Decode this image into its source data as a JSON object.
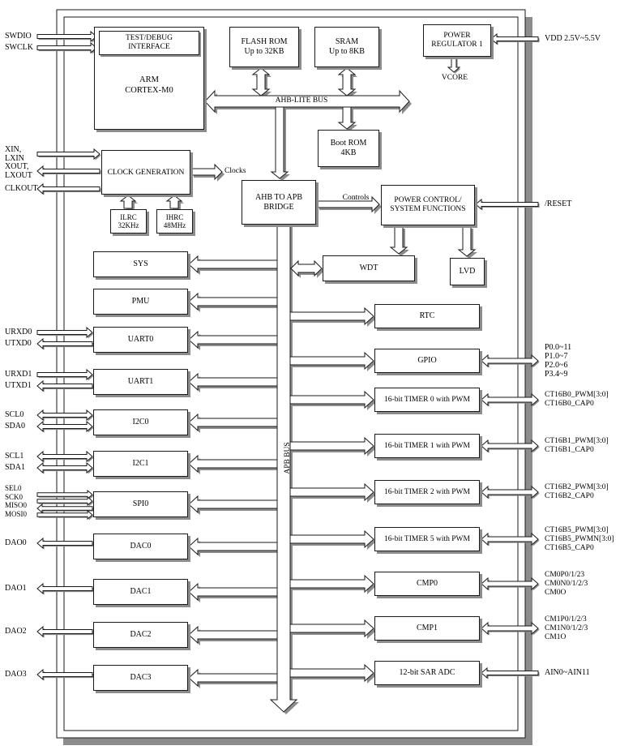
{
  "blocks": {
    "test_debug": "TEST/DEBUG\nINTERFACE",
    "arm": "ARM\nCORTEX-M0",
    "flash": "FLASH ROM\nUp to 32KB",
    "sram": "SRAM\nUp to 8KB",
    "power_regulator": "POWER\nREGULATOR 1",
    "boot_rom": "Boot ROM\n4KB",
    "clock_generation": "CLOCK GENERATION",
    "ilrc": "ILRC\n32KHz",
    "ihrc": "IHRC\n48MHz",
    "ahb_apb_bridge": "AHB TO APB\nBRIDGE",
    "power_control": "POWER CONTROL/\nSYSTEM FUNCTIONS",
    "wdt": "WDT",
    "lvd": "LVD",
    "sys": "SYS",
    "pmu": "PMU",
    "uart0": "UART0",
    "uart1": "UART1",
    "i2c0": "I2C0",
    "i2c1": "I2C1",
    "spi0": "SPI0",
    "dac0": "DAC0",
    "dac1": "DAC1",
    "dac2": "DAC2",
    "dac3": "DAC3",
    "rtc": "RTC",
    "gpio": "GPIO",
    "timer0": "16-bit TIMER 0 with PWM",
    "timer1": "16-bit TIMER 1 with PWM",
    "timer2": "16-bit TIMER 2 with PWM",
    "timer5": "16-bit TIMER 5 with PWM",
    "cmp0": "CMP0",
    "cmp1": "CMP1",
    "adc": "12-bit SAR ADC"
  },
  "buses": {
    "ahb": "AHB-LITE BUS",
    "apb": "APB BUS"
  },
  "labels": {
    "clocks": "Clocks",
    "controls": "Controls",
    "vcore": "VCORE"
  },
  "pins_left": {
    "swdio": "SWDIO",
    "swclk": "SWCLK",
    "xin": "XIN,\nLXIN",
    "xout": "XOUT,\nLXOUT",
    "clkout": "CLKOUT",
    "uart0": "URXD0\nUTXD0",
    "uart1": "URXD1\nUTXD1",
    "i2c0": "SCL0\nSDA0",
    "i2c1": "SCL1\nSDA1",
    "spi0": "SEL0\nSCK0\nMISO0\nMOSI0",
    "dao0": "DAO0",
    "dao1": "DAO1",
    "dao2": "DAO2",
    "dao3": "DAO3"
  },
  "pins_right": {
    "vdd": "VDD 2.5V~5.5V",
    "reset": "/RESET",
    "gpio": "P0.0~11\nP1.0~7\nP2.0~6\nP3.4~9",
    "timer0": "CT16B0_PWM[3:0]\nCT16B0_CAP0",
    "timer1": "CT16B1_PWM[3:0]\nCT16B1_CAP0",
    "timer2": "CT16B2_PWM[3:0]\nCT16B2_CAP0",
    "timer5": "CT16B5_PWM[3:0]\nCT16B5_PWMN[3:0]\nCT16B5_CAP0",
    "cmp0": "CM0P0/1/23\nCM0N0/1/2/3\nCM0O",
    "cmp1": "CM1P0/1/2/3\nCM1N0/1/2/3\nCM1O",
    "adc": "AIN0~AIN11"
  },
  "colors": {
    "block_fill": "#ffffff",
    "line": "#1a1a1a",
    "shadow": "#8c8c8c"
  }
}
